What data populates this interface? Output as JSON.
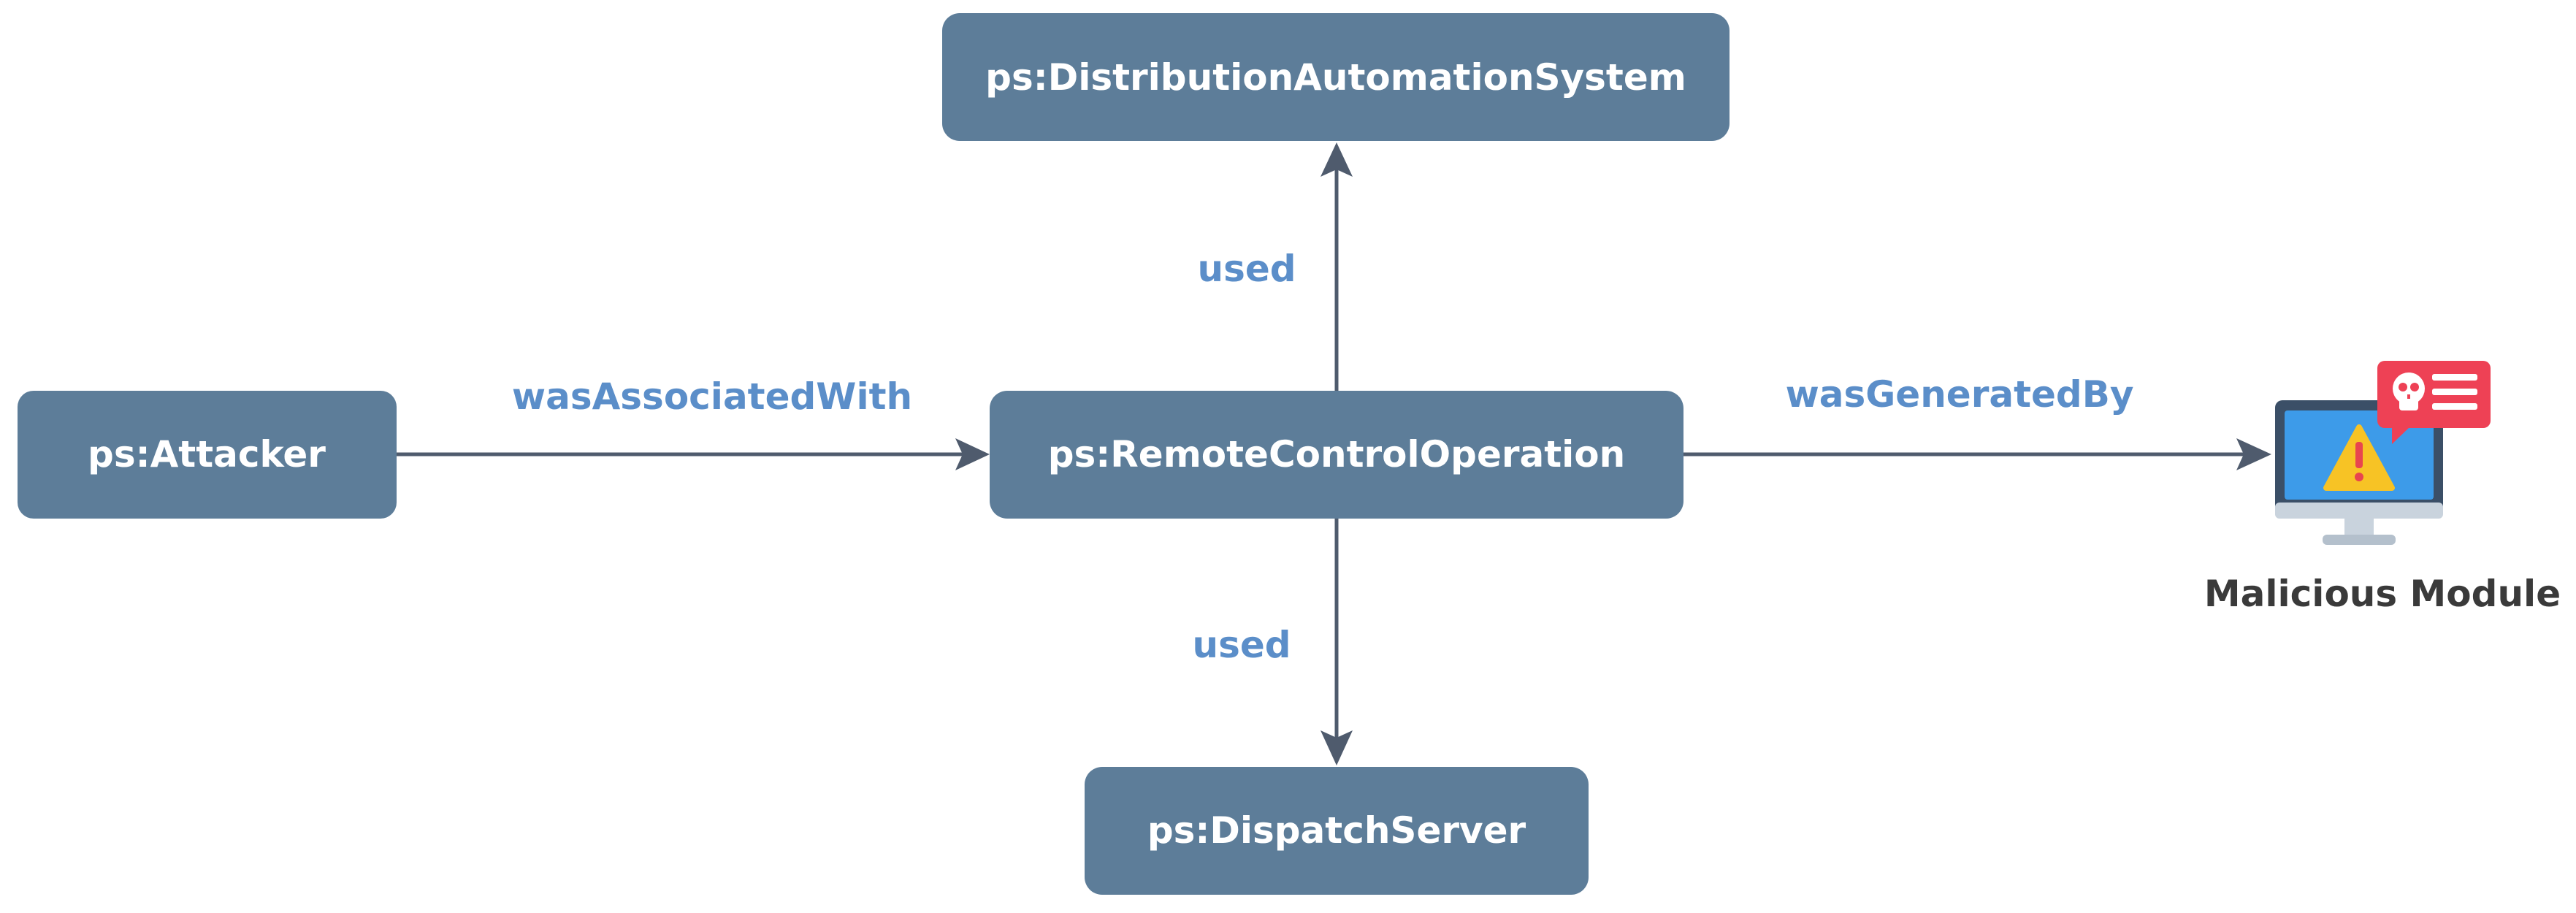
{
  "nodes": {
    "attacker": "ps:Attacker",
    "remote_control_operation": "ps:RemoteControlOperation",
    "distribution_automation_system": "ps:DistributionAutomationSystem",
    "dispatch_server": "ps:DispatchServer"
  },
  "edges": {
    "was_associated_with": "wasAssociatedWith",
    "used_up": "used",
    "used_down": "used",
    "was_generated_by": "wasGeneratedBy"
  },
  "module": {
    "label": "Malicious Module",
    "icon": "malicious-computer-icon",
    "colors": {
      "screen": "#3d9be9",
      "bezel": "#3b4f67",
      "stand": "#c9d3dd",
      "warning": "#f7c325",
      "alert": "#ee4155"
    }
  },
  "colors": {
    "node_fill": "#5d7d99",
    "node_text": "#ffffff",
    "edge_line": "#4f5b6d",
    "edge_label": "#5b8ec9"
  }
}
